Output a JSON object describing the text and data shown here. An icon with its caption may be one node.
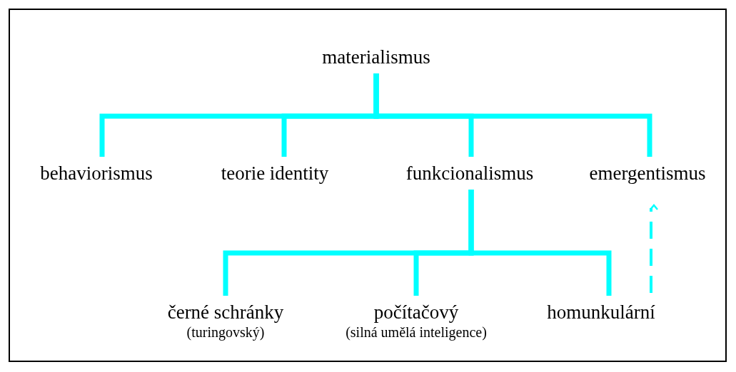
{
  "diagram": {
    "nodes": [
      {
        "text": [
          "materialismus"
        ]
      },
      {
        "text": [
          "behaviorismus"
        ]
      },
      {
        "text": [
          "teorie identity"
        ]
      },
      {
        "text": [
          "funkcionalismus"
        ]
      },
      {
        "text": [
          "emergentismus"
        ]
      },
      {
        "text": [
          "černé schránky",
          "(turingovský)"
        ]
      },
      {
        "text": [
          "počítačový",
          "(silná umělá inteligence)"
        ]
      },
      {
        "text": [
          "homunkulární"
        ]
      }
    ],
    "edges": [
      {
        "from": 0,
        "to": 1,
        "arrow": "none"
      },
      {
        "from": 0,
        "to": 2,
        "arrow": "none"
      },
      {
        "from": 0,
        "to": 3,
        "arrow": "none"
      },
      {
        "from": 0,
        "to": 4,
        "arrow": "none"
      },
      {
        "from": 3,
        "to": 5,
        "arrow": "none"
      },
      {
        "from": 3,
        "to": 6,
        "arrow": "none"
      },
      {
        "from": 3,
        "to": 7,
        "arrow": "none"
      },
      {
        "from": 7,
        "to": 4,
        "arrow": "to",
        "style": "dashed"
      }
    ]
  }
}
